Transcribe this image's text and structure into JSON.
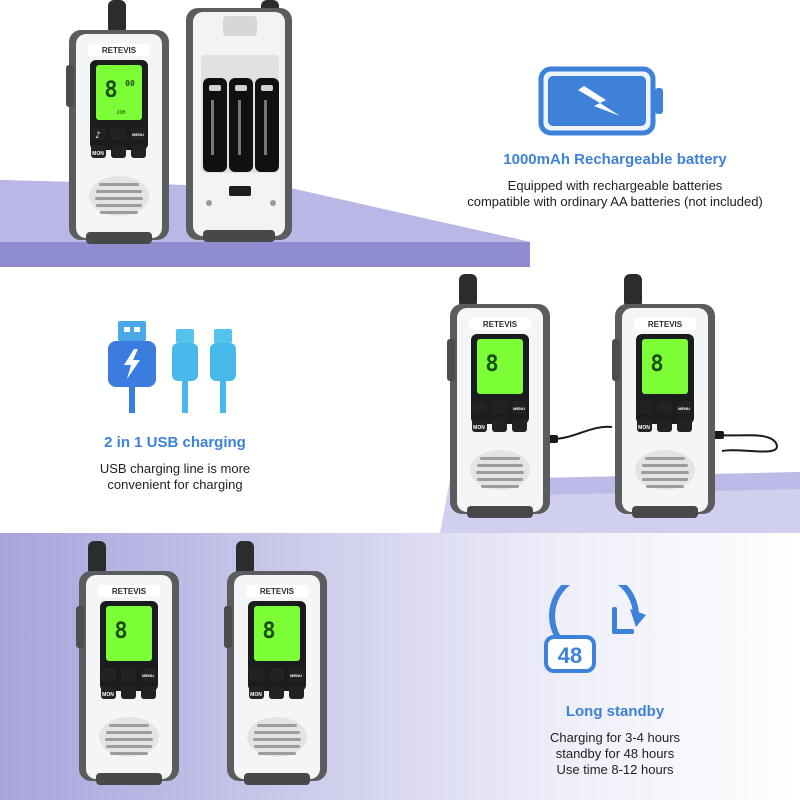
{
  "brand": "RETEVIS",
  "colors": {
    "accent_blue": "#3d82d8",
    "lcd_green": "#7dff37",
    "stage_purple": "#a8a6de"
  },
  "icons": {
    "battery": "battery-bolt-icon",
    "usb": "usb-cable-icon",
    "standby": "clock-48-icon"
  },
  "battery": {
    "title": "1000mAh Rechargeable battery",
    "desc_lines": [
      "Equipped with rechargeable batteries",
      "compatible with ordinary AA batteries (not included)"
    ]
  },
  "usb": {
    "title": "2 in 1 USB charging",
    "desc_lines": [
      "USB charging line is more",
      "convenient for charging"
    ]
  },
  "standby": {
    "title": "Long standby",
    "badge_number": "48",
    "desc_lines": [
      "Charging for 3-4 hours",
      "standby for 48 hours",
      "Use time 8-12 hours"
    ]
  },
  "radio_labels": {
    "channel_digit": "8",
    "lcd_small": "00",
    "lcd_code": "2OH",
    "music_key": "♪",
    "mon_key": "MON",
    "menu_key": "MENU"
  }
}
